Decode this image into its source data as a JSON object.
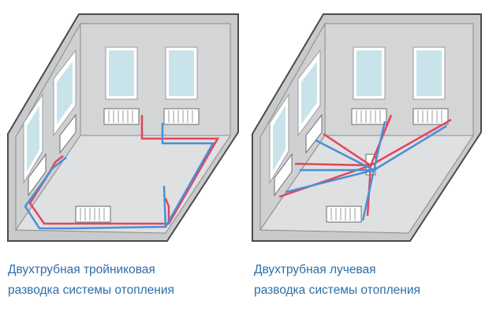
{
  "colors": {
    "wall_outline": "#4a4a4a",
    "wall_fill": "#c9cacb",
    "back_wall": "#d4d5d6",
    "floor": "#dfe0e1",
    "window_glass": "#c8e4ea",
    "window_frame": "#ffffff",
    "radiator": "#ffffff",
    "supply_pipe": "#e2455a",
    "return_pipe": "#4a8fd6",
    "caption": "#2e6ea8"
  },
  "diagrams": [
    {
      "id": "tee",
      "caption_line1": "Двухтрубная тройниковая",
      "caption_line2": "разводка системы отопления"
    },
    {
      "id": "radial",
      "caption_line1": "Двухтрубная лучевая",
      "caption_line2": "разводка системы отопления"
    }
  ]
}
